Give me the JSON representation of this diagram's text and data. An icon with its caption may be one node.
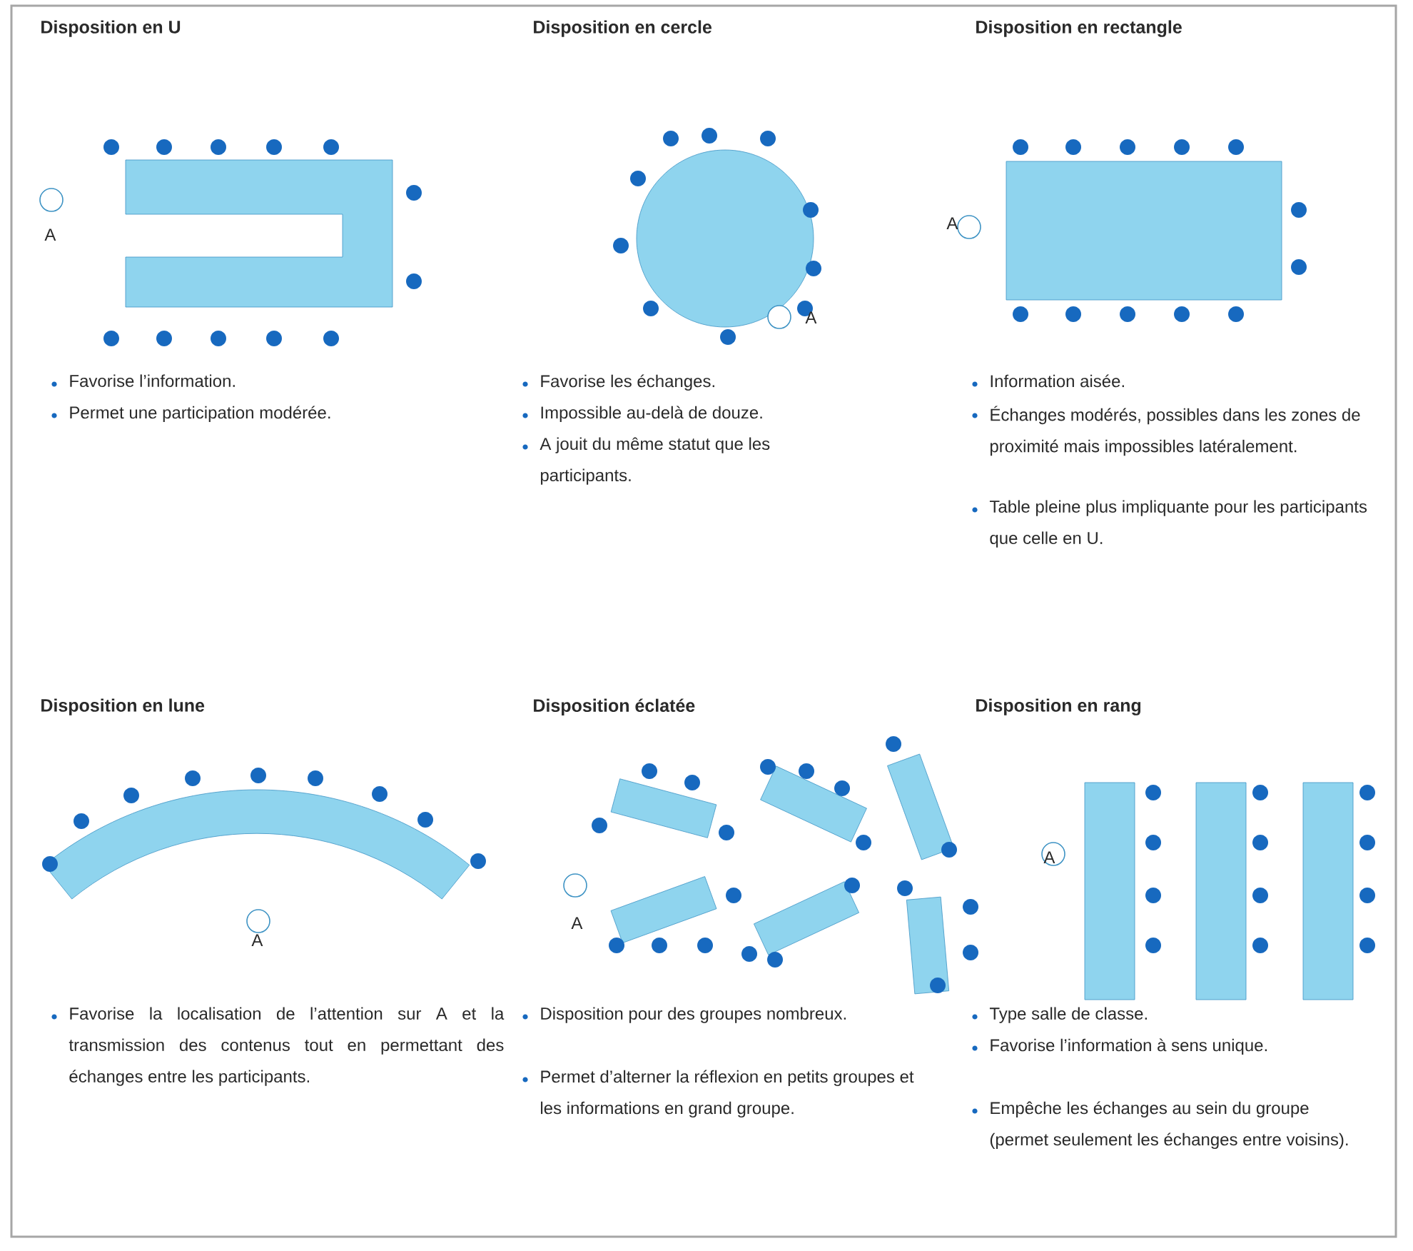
{
  "diagram": {
    "labels": [
      "Disposition en U",
      "Disposition en cercle",
      "Disposition en rectangle",
      "A",
      "A",
      "A",
      "Favorise l’information.",
      "Permet une participation modérée.",
      "Favorise les échanges.",
      "Impossible au-delà de douze.",
      "A jouit du même statut que les participants.",
      "Information aisée.",
      "Échanges modérés, possibles dans les zones de proximité mais impossibles latéralement.",
      "Table pleine plus impliquante pour les participants que celle en U.",
      "Disposition en lune",
      "Disposition éclatée",
      "Disposition en rang",
      "A",
      "A",
      "A",
      "Favorise la localisation de l’attention sur A et la transmission des contenus tout en permettant des échanges entre les participants.",
      "Disposition pour des groupes nombreux.",
      "Permet d’alterner la réflexion en petits groupes et les informations en grand groupe.",
      "Type salle de classe.",
      "Favorise l’information à sens unique.",
      "Empêche les échanges au sein du groupe (permet seulement les échanges entre voisins)."
    ]
  }
}
